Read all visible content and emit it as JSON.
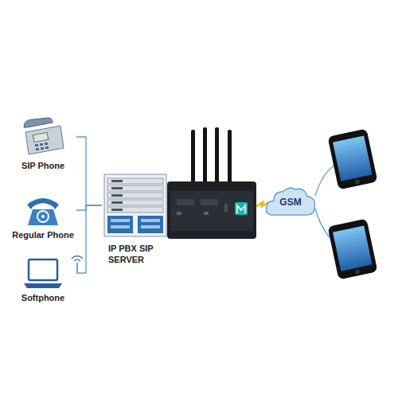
{
  "diagram": {
    "nodes": [
      {
        "text": [
          "SIP Phone"
        ]
      },
      {
        "text": [
          "Regular Phone"
        ]
      },
      {
        "text": [
          "Softphone"
        ]
      },
      {
        "text": [
          "IP PBX SIP SERVER"
        ]
      },
      {
        "text": [
          "GSM"
        ]
      }
    ],
    "edges": [
      {
        "from": 0,
        "to": 3,
        "arrow": "none"
      },
      {
        "from": 1,
        "to": 3,
        "arrow": "none"
      },
      {
        "from": 2,
        "to": 3,
        "arrow": "none"
      }
    ]
  }
}
